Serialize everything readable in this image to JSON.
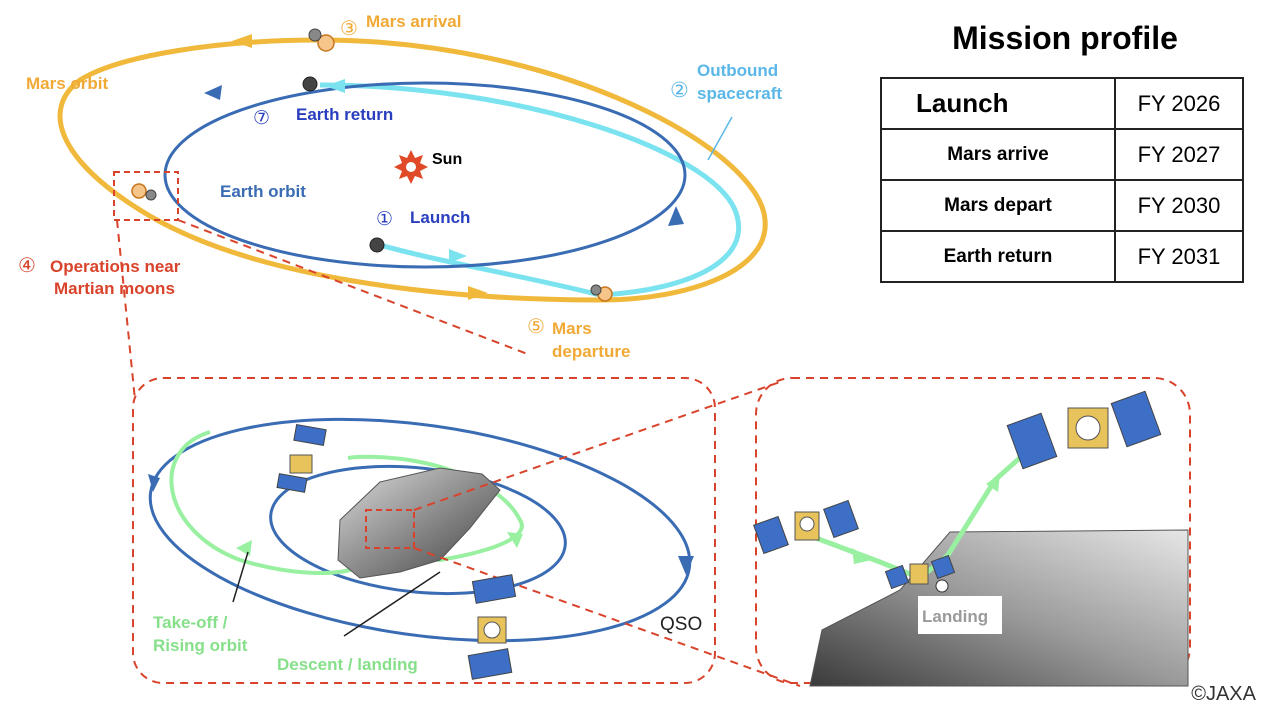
{
  "diagram": {
    "labels": {
      "mars_arrival": "Mars arrival",
      "mars_arrival_num": "③",
      "mars_orbit": "Mars orbit",
      "outbound_num": "②",
      "outbound_line1": "Outbound",
      "outbound_line2": "spacecraft",
      "earth_return_num": "⑦",
      "earth_return": "Earth return",
      "sun": "Sun",
      "earth_orbit": "Earth orbit",
      "launch_num": "①",
      "launch": "Launch",
      "ops_num": "④",
      "ops_line1": "Operations near",
      "ops_line2": "Martian moons",
      "departure_num": "⑤",
      "departure_line1": "Mars",
      "departure_line2": "departure",
      "takeoff_line1": "Take-off /",
      "takeoff_line2": "Rising orbit",
      "descent": "Descent / landing",
      "qso": "QSO",
      "landing": "Landing"
    },
    "colors": {
      "mars_orbit": "#f0b93b",
      "earth_orbit": "#3a6cb4",
      "outbound": "#7be3ef",
      "label_orange": "#f0a935",
      "label_blue": "#2a3fbf",
      "label_sky": "#5ab7e8",
      "label_red": "#d9432b",
      "label_green": "#86e08a",
      "dashed_red": "#d9432b",
      "qso_orbit": "#3a6cb4",
      "rising_orbit": "#98f0a0"
    }
  },
  "mission_profile": {
    "title": "Mission profile",
    "rows": [
      {
        "event": "Launch",
        "year": "FY 2026"
      },
      {
        "event": "Mars arrive",
        "year": "FY 2027"
      },
      {
        "event": "Mars depart",
        "year": "FY 2030"
      },
      {
        "event": "Earth return",
        "year": "FY 2031"
      }
    ]
  },
  "credit": "©JAXA"
}
